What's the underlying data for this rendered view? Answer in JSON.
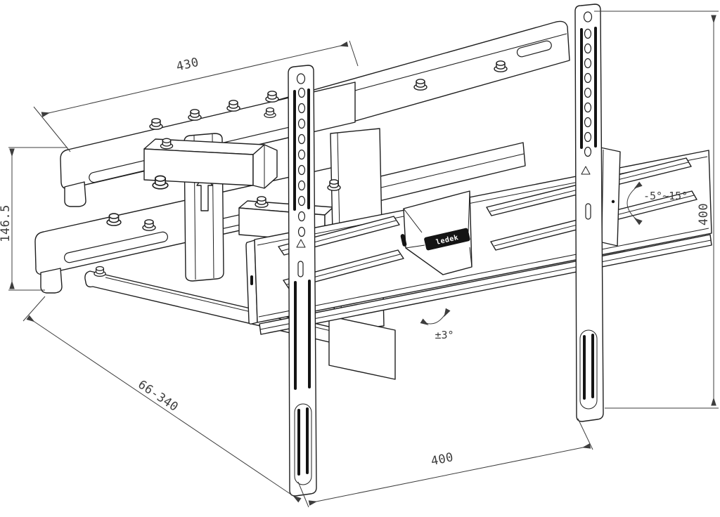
{
  "drawing": {
    "background": "#ffffff",
    "line_color": "#1f1f1f",
    "dimension_color": "#3d3d3d"
  },
  "annotations": {
    "top_width": "430",
    "left_height": "146.5",
    "arm_extension": "66-340",
    "right_height": "400",
    "bottom_width": "400",
    "tilt_range": "-5°~15°",
    "swivel_range": "±3°"
  },
  "logo": {
    "text": "ledek"
  }
}
